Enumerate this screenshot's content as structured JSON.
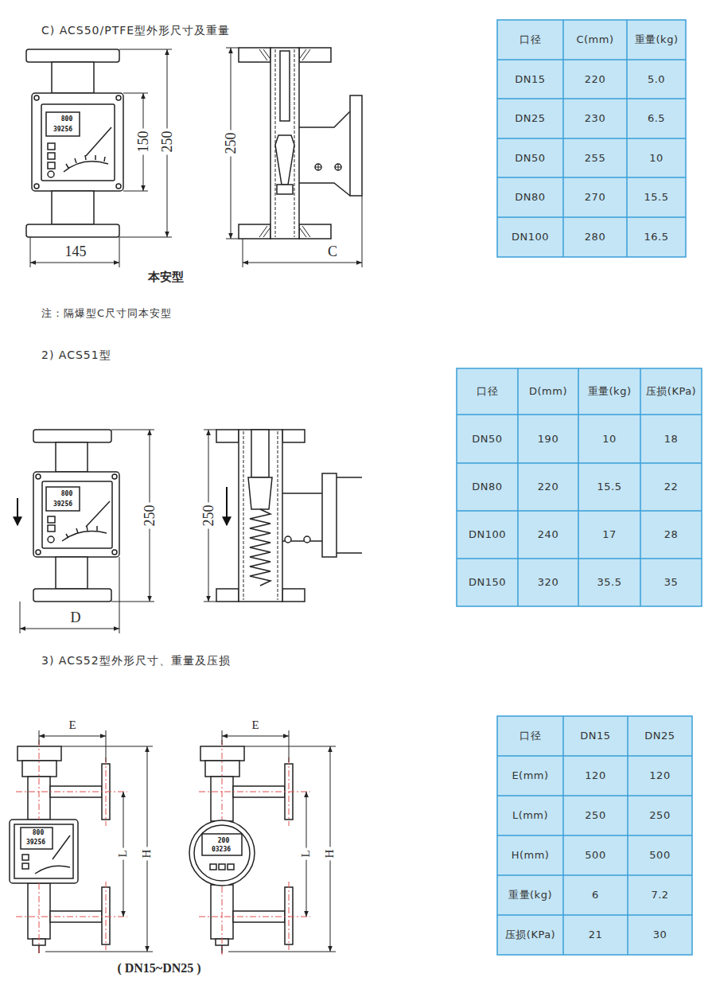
{
  "diagram": {
    "labels": [
      "C) ACS50/PTFE型外形尺寸及重量",
      "本安型",
      "注：隔爆型C尺寸同本安型",
      "2) ACS51型",
      "3) ACS52型外形尺寸、重量及压损",
      "150",
      "250",
      "145",
      "250",
      "C",
      "800",
      "39256",
      "250",
      "D",
      "250",
      "800",
      "39256",
      "E",
      "E",
      "L",
      "H",
      "L",
      "H",
      "800",
      "39256",
      "200",
      "03236",
      "( DN15~DN25 )",
      "口径",
      "C(mm)",
      "重量(kg)",
      "DN15",
      "220",
      "5.0",
      "DN25",
      "230",
      "6.5",
      "DN50",
      "255",
      "10",
      "DN80",
      "270",
      "15.5",
      "DN100",
      "280",
      "16.5",
      "口径",
      "D(mm)",
      "重量(kg)",
      "压损(KPa)",
      "DN50",
      "190",
      "10",
      "18",
      "DN80",
      "220",
      "15.5",
      "22",
      "DN100",
      "240",
      "17",
      "28",
      "DN150",
      "320",
      "35.5",
      "35",
      "口径",
      "DN15",
      "DN25",
      "E(mm)",
      "120",
      "120",
      "L(mm)",
      "250",
      "250",
      "H(mm)",
      "500",
      "500",
      "重量(kg)",
      "6",
      "7.2",
      "压损(KPa)",
      "21",
      "30"
    ]
  }
}
